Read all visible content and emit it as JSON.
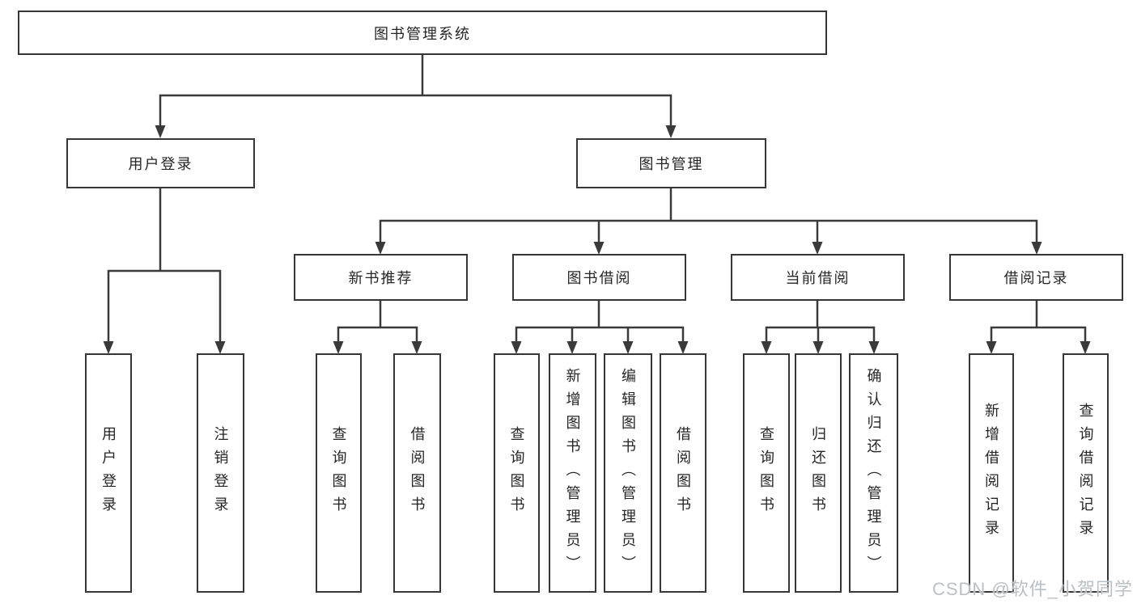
{
  "diagram": {
    "root": {
      "label": "图书管理系统"
    },
    "branches": [
      {
        "label": "用户登录",
        "children": [
          {
            "label": "用户登录"
          },
          {
            "label": "注销登录"
          }
        ]
      },
      {
        "label": "图书管理",
        "children": [
          {
            "label": "新书推荐",
            "children": [
              {
                "label": "查询图书"
              },
              {
                "label": "借阅图书"
              }
            ]
          },
          {
            "label": "图书借阅",
            "children": [
              {
                "label": "查询图书"
              },
              {
                "label": "新增图书（管理员）"
              },
              {
                "label": "编辑图书（管理员）"
              },
              {
                "label": "借阅图书"
              }
            ]
          },
          {
            "label": "当前借阅",
            "children": [
              {
                "label": "查询图书"
              },
              {
                "label": "归还图书"
              },
              {
                "label": "确认归还（管理员）"
              }
            ]
          },
          {
            "label": "借阅记录",
            "children": [
              {
                "label": "新增借阅记录"
              },
              {
                "label": "查询借阅记录"
              }
            ]
          }
        ]
      }
    ]
  },
  "watermark": {
    "text": "CSDN @软件_小贺同学"
  },
  "colors": {
    "line": "#3a3a3a",
    "box_border": "#363636",
    "box_fill": "#ffffff",
    "text": "#262626",
    "watermark": "#b9c0c6",
    "background": "#ffffff"
  }
}
